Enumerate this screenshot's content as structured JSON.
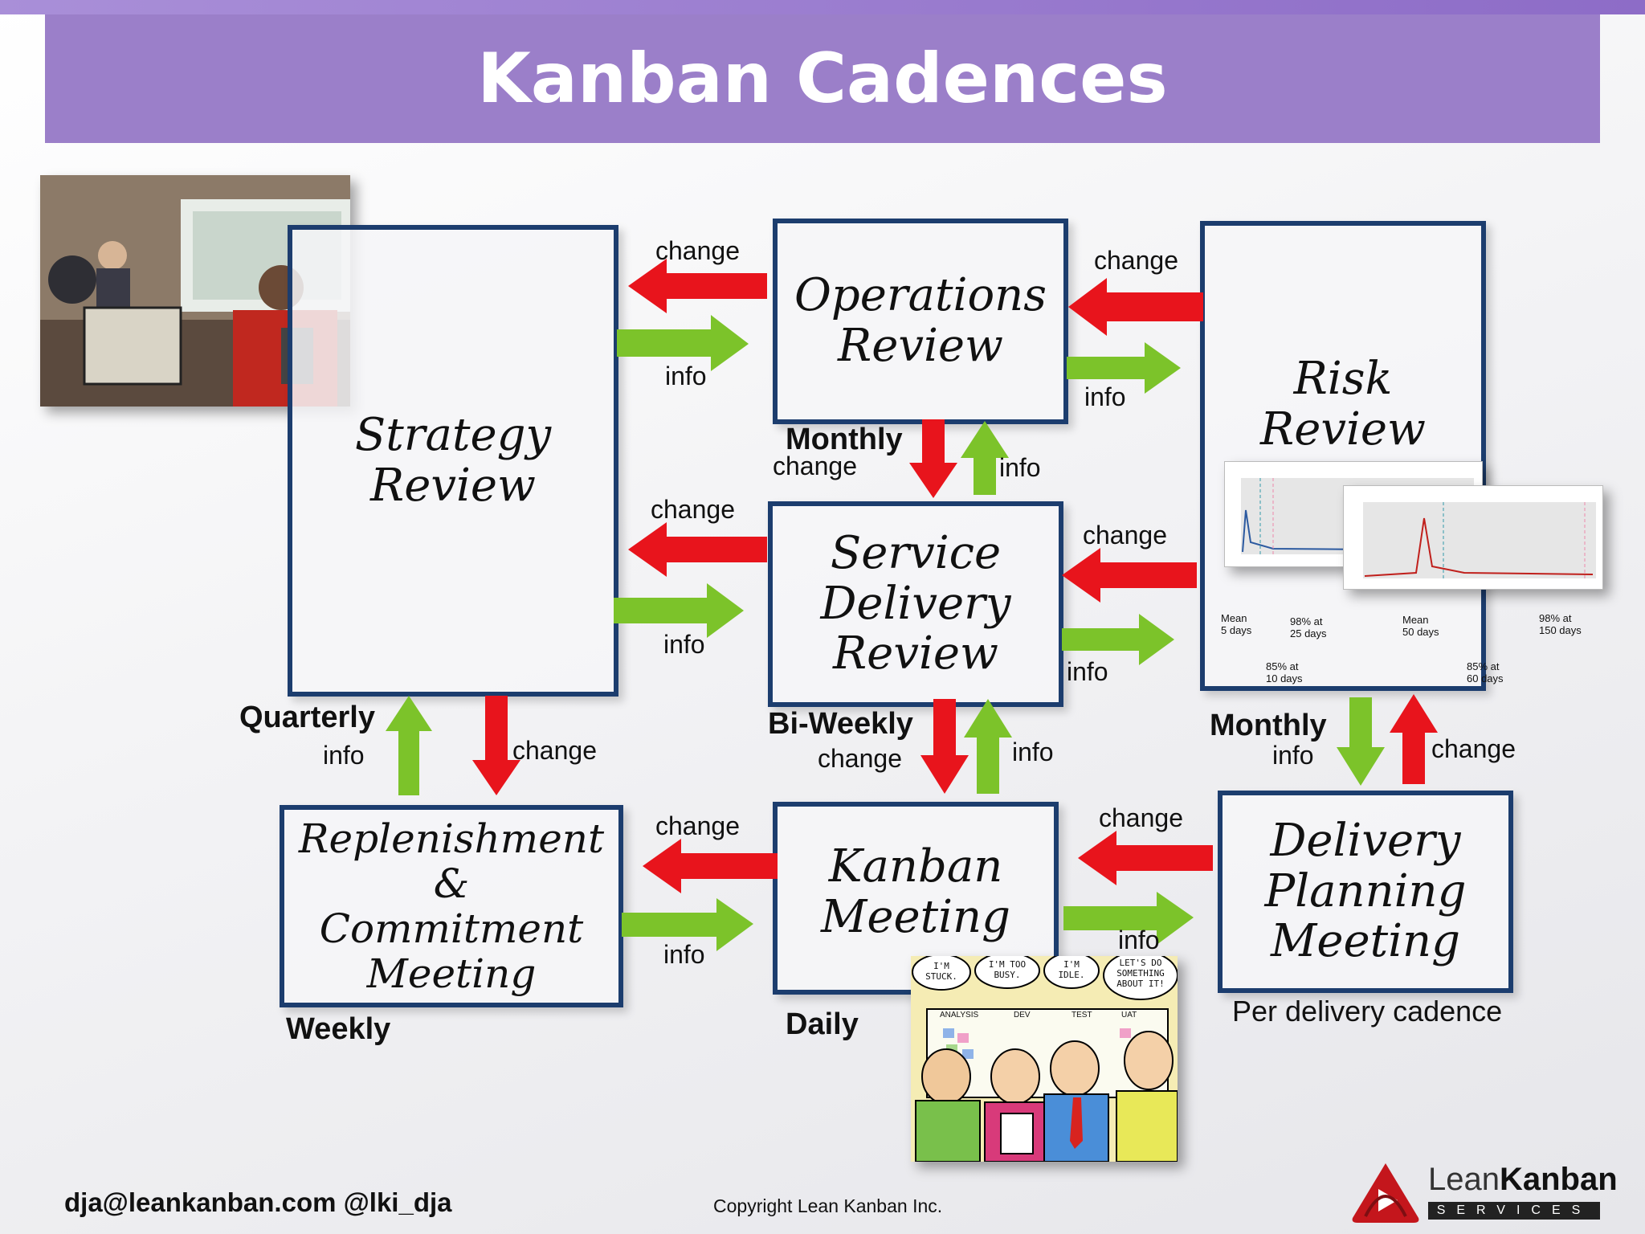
{
  "title": "Kanban Cadences",
  "boxes": {
    "strategy": "Strategy\nReview",
    "operations": "Operations\nReview",
    "risk": "Risk\nReview",
    "service_delivery": "Service\nDelivery\nReview",
    "replenishment": "Replenishment &\nCommitment\nMeeting",
    "kanban": "Kanban\nMeeting",
    "delivery_planning": "Delivery\nPlanning\nMeeting"
  },
  "cadences": {
    "operations": "Monthly",
    "service_delivery": "Bi-Weekly",
    "strategy": "Quarterly",
    "risk": "Monthly",
    "replenishment": "Weekly",
    "kanban": "Daily",
    "delivery_planning": "Per delivery cadence"
  },
  "flow_labels": {
    "change": "change",
    "info": "info"
  },
  "footer": {
    "contact": "dja@leankanban.com @lki_dja",
    "copyright": "Copyright Lean Kanban  Inc."
  },
  "logo": {
    "lean": "Lean",
    "kanban": "Kanban",
    "services": "SERVICES"
  },
  "colors": {
    "title_bar": "#9b7fc9",
    "box_border": "#1c3d6e",
    "change_arrow": "#e8141c",
    "info_arrow": "#7cc32a"
  },
  "comic": {
    "bubbles": [
      "I'M STUCK.",
      "I'M TOO BUSY.",
      "I'M IDLE.",
      "LET'S DO SOMETHING ABOUT IT!"
    ],
    "columns": [
      "ANALYSIS",
      "DEV",
      "TEST",
      "UAT"
    ]
  },
  "chart_images": {
    "left": {
      "labels": [
        "Mean 5 days",
        "98% at 25 days",
        "85% at 10 days"
      ]
    },
    "right": {
      "labels": [
        "Mean 50 days",
        "98% at 150 days",
        "85% at 60 days"
      ]
    }
  }
}
